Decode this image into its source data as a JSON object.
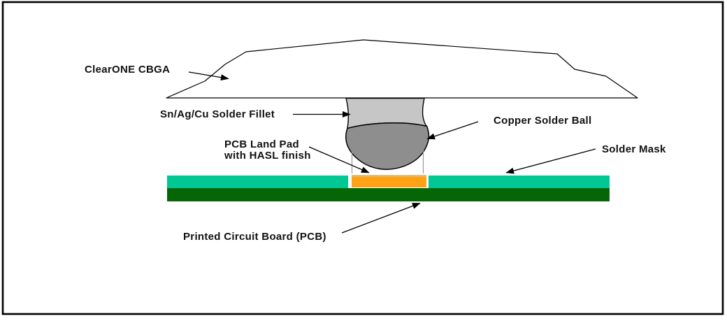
{
  "diagram": {
    "title_context": "CBGA solder joint cross-section",
    "labels": {
      "package": "ClearONE CBGA",
      "fillet": "Sn/Ag/Cu Solder Fillet",
      "ball": "Copper Solder Ball",
      "pad_line1": "PCB Land Pad",
      "pad_line2": "with HASL finish",
      "mask": "Solder Mask",
      "pcb": "Printed Circuit Board (PCB)"
    },
    "colors": {
      "package_fill": "#ffffff",
      "solder_fillet": "#c6c6c6",
      "solder_ball": "#8e8e8e",
      "land_pad": "#ffa216",
      "hasl_finish": "#d9c08d",
      "solder_mask": "#00c794",
      "pcb": "#066606",
      "outline": "#000000",
      "pad_edge_line": "#999999"
    }
  }
}
